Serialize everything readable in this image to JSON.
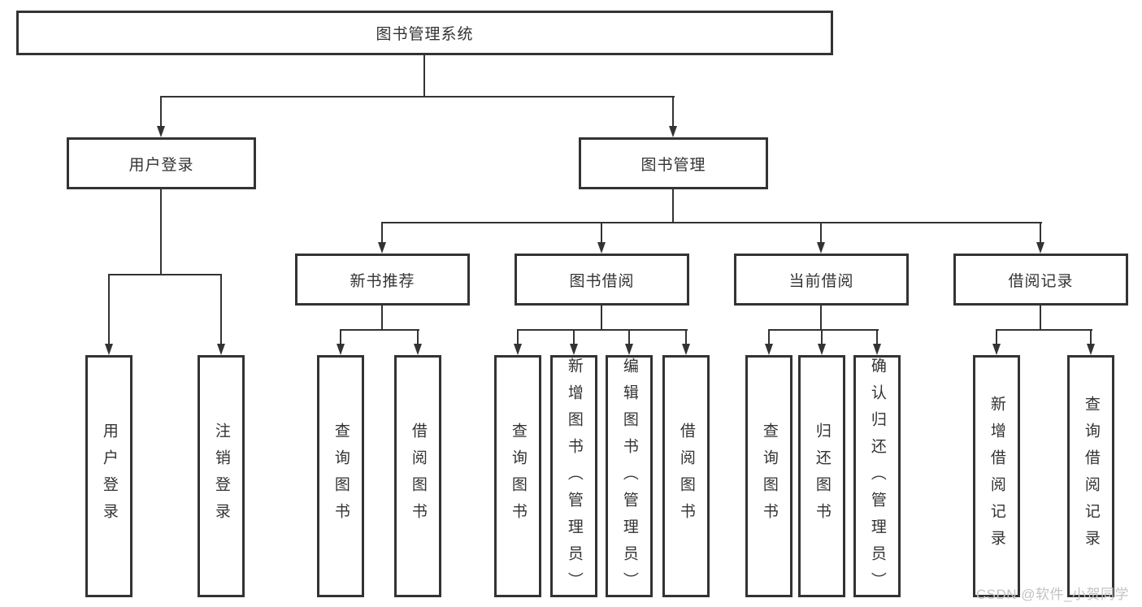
{
  "tree": {
    "label": "图书管理系统",
    "children": [
      {
        "label": "用户登录",
        "children": [
          {
            "label": "用户登录"
          },
          {
            "label": "注销登录"
          }
        ]
      },
      {
        "label": "图书管理",
        "children": [
          {
            "label": "新书推荐",
            "children": [
              {
                "label": "查询图书"
              },
              {
                "label": "借阅图书"
              }
            ]
          },
          {
            "label": "图书借阅",
            "children": [
              {
                "label": "查询图书"
              },
              {
                "label": "新增图书（管理员）"
              },
              {
                "label": "编辑图书（管理员）"
              },
              {
                "label": "借阅图书"
              }
            ]
          },
          {
            "label": "当前借阅",
            "children": [
              {
                "label": "查询图书"
              },
              {
                "label": "归还图书"
              },
              {
                "label": "确认归还（管理员）"
              }
            ]
          },
          {
            "label": "借阅记录",
            "children": [
              {
                "label": "新增借阅记录"
              },
              {
                "label": "查询借阅记录"
              }
            ]
          }
        ]
      }
    ]
  },
  "watermark": {
    "text": "CSDN @软件_小贺同学"
  },
  "colors": {
    "line": "#333333",
    "box_border": "#333333",
    "text": "#333333",
    "background": "#ffffff",
    "watermark": "#c3c3c3"
  }
}
